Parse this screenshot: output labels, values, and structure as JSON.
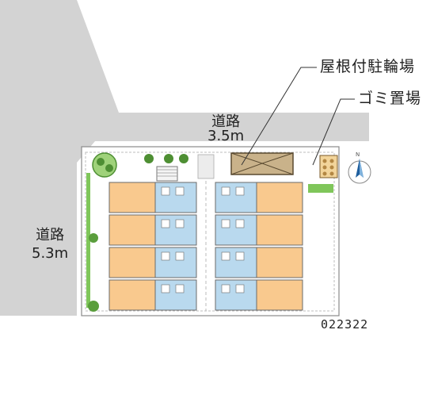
{
  "labels": {
    "bicycle_parking": "屋根付駐輪場",
    "garbage_area": "ゴミ置場",
    "road_top_name": "道路",
    "road_top_width": "3.5m",
    "road_left_name": "道路",
    "road_left_width": "5.3m",
    "map_code": "022322"
  },
  "compass": {
    "north": "N"
  },
  "colors": {
    "road": "#d3d3d3",
    "lot": "#ffffff",
    "room_orange": "#f9c98e",
    "room_blue": "#b9d9ee",
    "greenery": "#7fc65a",
    "parking_roof": "#c9b28a",
    "outline": "#6b6b6b"
  },
  "building": {
    "wings": 2,
    "floors_shown": 4,
    "units_per_wing_per_row": 1
  }
}
